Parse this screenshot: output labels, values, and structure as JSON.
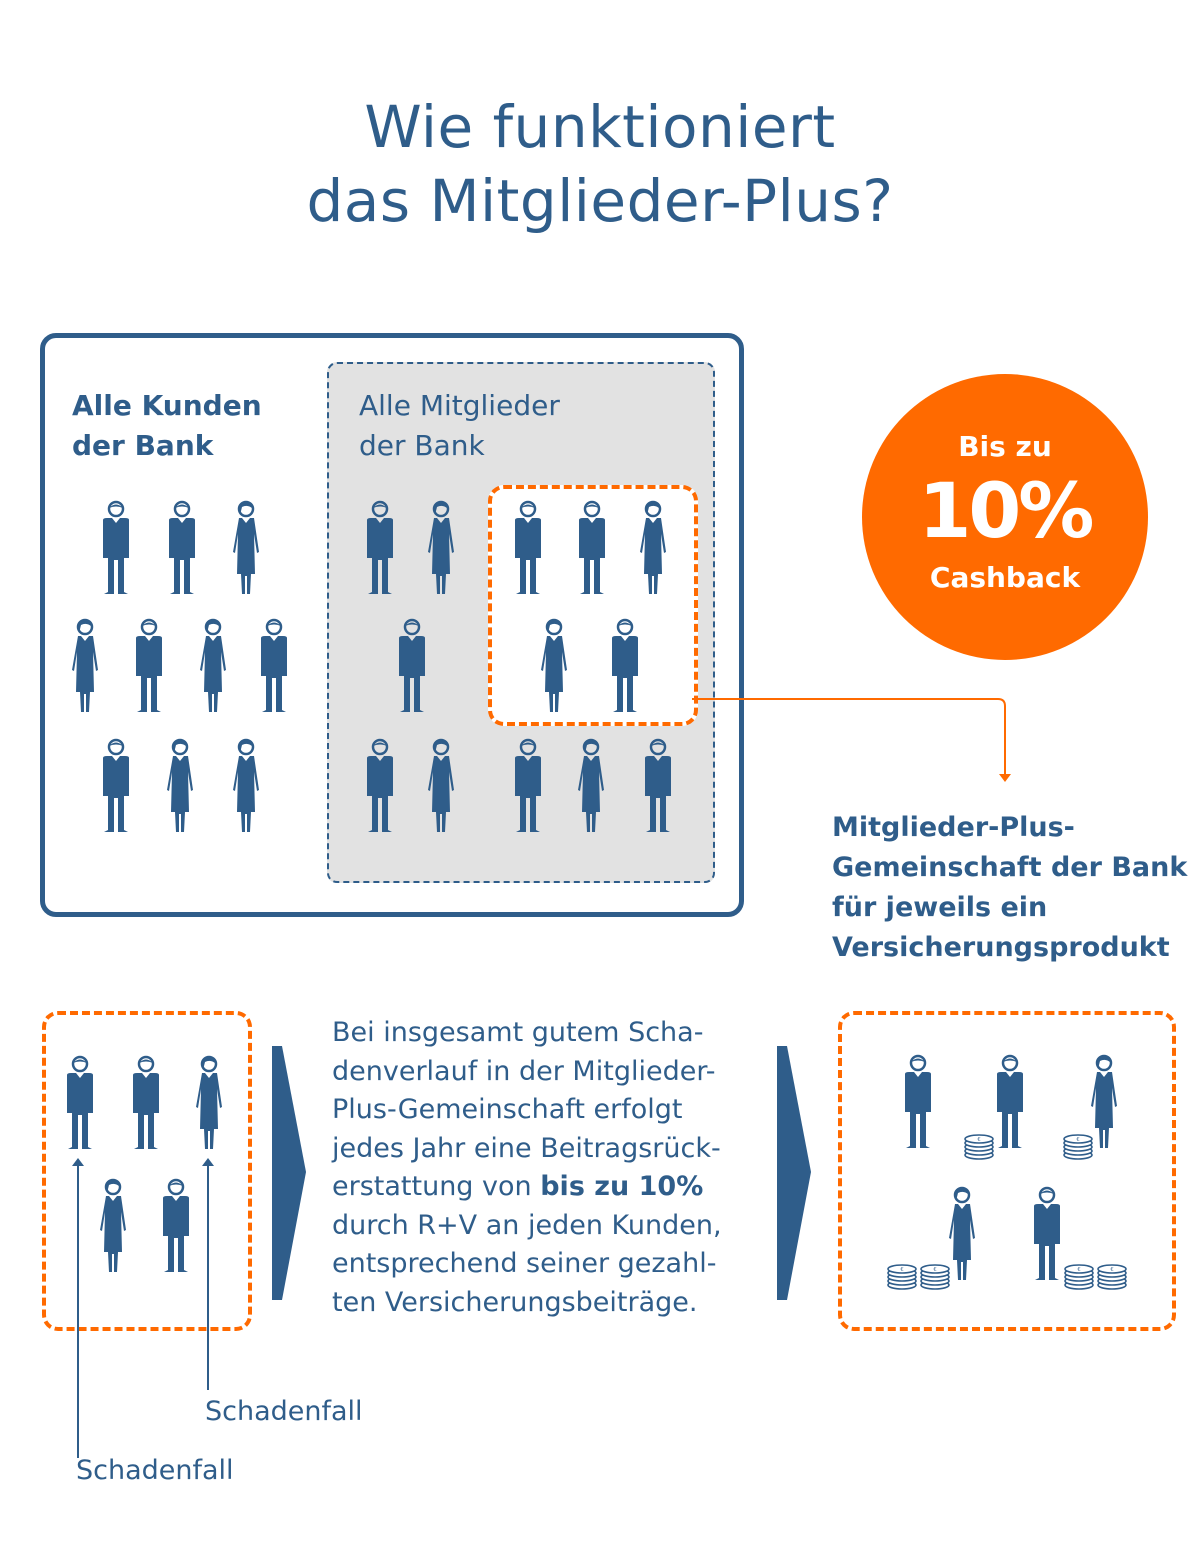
{
  "title": {
    "line1": "Wie funktioniert",
    "line2": "das Mitglieder-Plus?"
  },
  "all_customers": {
    "line1": "Alle Kunden",
    "line2": "der Bank",
    "people_count": 10
  },
  "all_members": {
    "line1": "Alle Mitglieder",
    "line2": "der Bank",
    "people_count": 8
  },
  "plus_group": {
    "people_count": 5
  },
  "cashback_badge": {
    "line1": "Bis zu",
    "line2": "10%",
    "line3": "Cashback",
    "color": "#ff6a00"
  },
  "community_label": {
    "line1": "Mitglieder-Plus-",
    "line2": "Gemeinschaft der Bank",
    "line3": "für jeweils ein",
    "line4": "Versicherungsprodukt"
  },
  "description": {
    "line1": "Bei insgesamt gutem Scha-",
    "line2": "denverlauf in der Mitglieder-",
    "line3": "Plus-Gemeinschaft erfolgt",
    "line4": "jedes Jahr eine Beitragsrück-",
    "line5_pre": "erstattung von ",
    "line5_bold": "bis zu 10%",
    "line6": "durch R+V an jeden Kunden,",
    "line7": "entsprechend seiner gezahl-",
    "line8": "ten Versicherungsbeiträge."
  },
  "claims": {
    "claim1": "Schadenfall",
    "claim2": "Schadenfall"
  },
  "colors": {
    "primary_blue": "#2f5d8a",
    "accent_orange": "#ff6a00",
    "members_bg": "#e2e2e2"
  }
}
